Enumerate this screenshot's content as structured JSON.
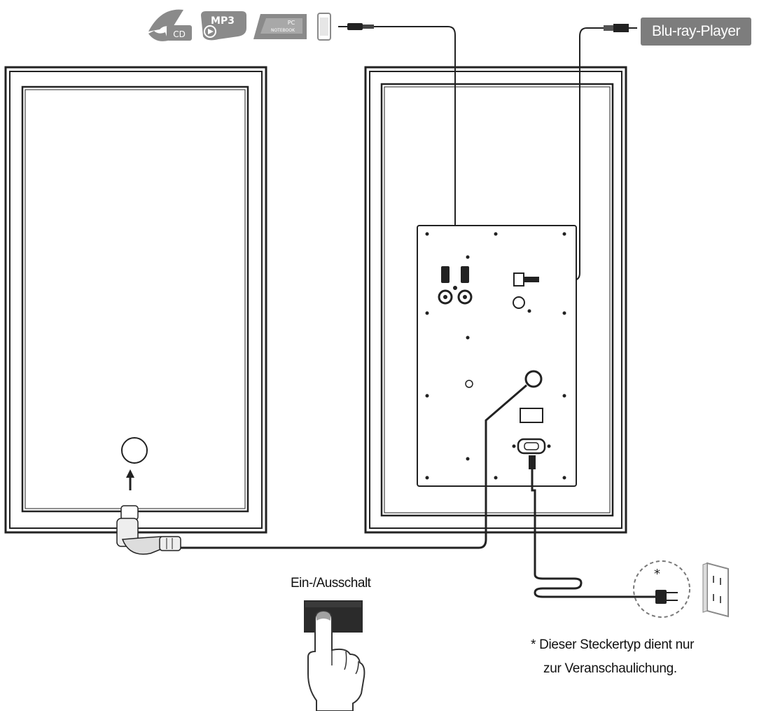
{
  "labels": {
    "blu_ray_player": "Blu-ray-Player",
    "power_switch": "Ein-/Ausschalt",
    "plug_note_line1": "* Dieser Steckertyp dient nur",
    "plug_note_line2": "zur Veranschaulichung.",
    "outlet_asterisk": "*"
  },
  "source_icons": {
    "cd_text": "CD",
    "mp3_text": "MP3",
    "pc_text": "PC",
    "notebook_text": "NOTEBOOK"
  },
  "colors": {
    "label_background": "#7d7d7d",
    "icon_gray": "#8a8a8a",
    "line": "#222222",
    "switch": "#2b2b2b"
  }
}
